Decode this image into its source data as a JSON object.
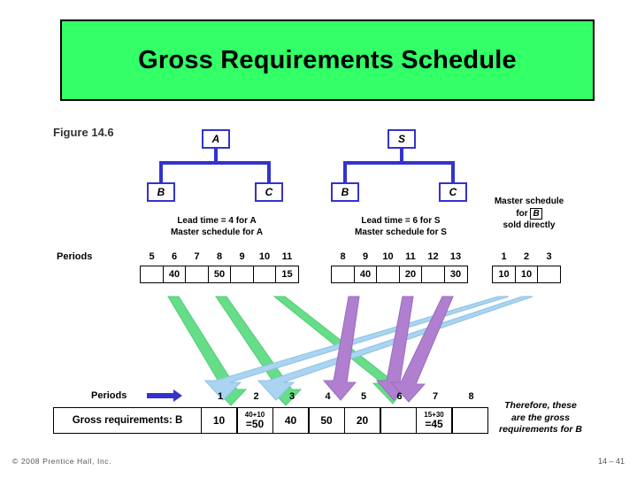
{
  "title": "Gross Requirements Schedule",
  "figure_label": "Figure 14.6",
  "tree": {
    "left_root": "A",
    "right_root": "S",
    "left_children": [
      "B",
      "C"
    ],
    "right_children": [
      "B",
      "C"
    ]
  },
  "captions": {
    "left": "Lead time = 4 for A\nMaster schedule for A",
    "left_line1": "Lead time = 4 for A",
    "left_line2": "Master schedule for A",
    "right_line1": "Lead time = 6 for S",
    "right_line2": "Master schedule for S",
    "master_line1": "Master schedule",
    "master_line2": "for",
    "master_b": "B",
    "master_line3": "sold directly"
  },
  "periods_label": "Periods",
  "schedules": {
    "A": {
      "headers": [
        "5",
        "6",
        "7",
        "8",
        "9",
        "10",
        "11"
      ],
      "values": [
        "",
        "40",
        "",
        "50",
        "",
        "",
        "15"
      ]
    },
    "S": {
      "headers": [
        "8",
        "9",
        "10",
        "11",
        "12",
        "13"
      ],
      "values": [
        "",
        "40",
        "",
        "20",
        "",
        "30"
      ]
    },
    "B_direct": {
      "headers": [
        "1",
        "2",
        "3"
      ],
      "values": [
        "10",
        "10",
        ""
      ]
    }
  },
  "bottom": {
    "periods_label": "Periods",
    "headers": [
      "1",
      "2",
      "3",
      "4",
      "5",
      "6",
      "7",
      "8"
    ],
    "row_label": "Gross requirements: B",
    "values": [
      {
        "small": "",
        "big": "10"
      },
      {
        "small": "40+10",
        "big": "=50"
      },
      {
        "small": "",
        "big": "40"
      },
      {
        "small": "",
        "big": "50"
      },
      {
        "small": "",
        "big": "20"
      },
      {
        "small": "",
        "big": ""
      },
      {
        "small": "15+30",
        "big": "=45"
      },
      {
        "small": "",
        "big": ""
      }
    ]
  },
  "note_right_line1": "Therefore, these",
  "note_right_line2": "are the gross",
  "note_right_line3": "requirements for B",
  "footer": {
    "copyright": "© 2008 Prentice Hall, Inc.",
    "page": "14 – 41"
  },
  "colors": {
    "banner": "#33ff66",
    "node_border": "#3333cc",
    "arrow_green": "#66dd88",
    "arrow_blue": "#aad4f0",
    "arrow_purple": "#b07fd0"
  }
}
